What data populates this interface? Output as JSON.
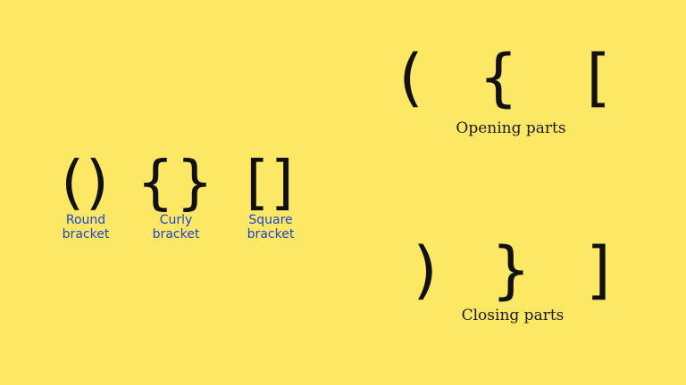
{
  "background_color": "#FDE866",
  "label_color": "#1E44C8",
  "glyph_color": "#111111",
  "pairs": [
    {
      "symbols": "()",
      "label_line1": "Round",
      "label_line2": "bracket"
    },
    {
      "symbols": "{}",
      "label_line1": "Curly",
      "label_line2": "bracket"
    },
    {
      "symbols": "[]",
      "label_line1": "Square",
      "label_line2": "bracket"
    }
  ],
  "opening": {
    "symbols": [
      "(",
      "{",
      "["
    ],
    "caption": "Opening parts"
  },
  "closing": {
    "symbols": [
      ")",
      "}",
      "]"
    ],
    "caption": "Closing parts"
  }
}
